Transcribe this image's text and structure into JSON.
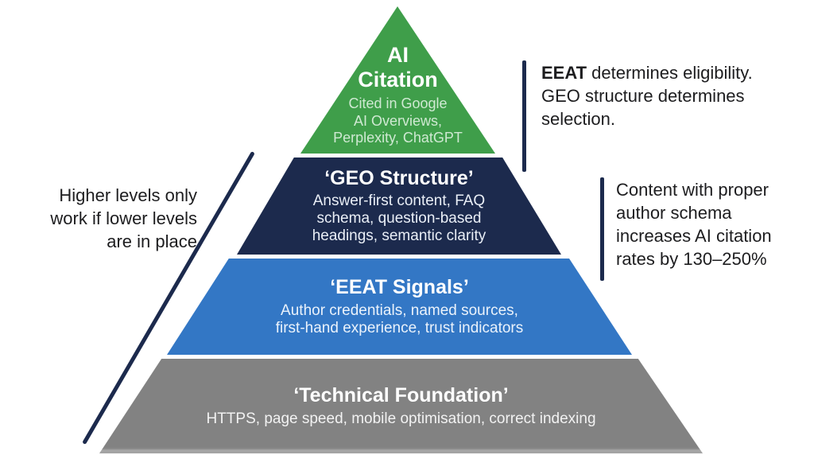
{
  "pyramid": {
    "levels": [
      {
        "id": "ai-citation",
        "title": "AI\nCitation",
        "subtitle": "Cited in Google\nAI Overviews,\nPerplexity, ChatGPT",
        "color": "#3f9e4a"
      },
      {
        "id": "geo-structure",
        "title": "‘GEO Structure’",
        "subtitle": "Answer-first content, FAQ\nschema, question-based\nheadings, semantic clarity",
        "color": "#1c2a4d"
      },
      {
        "id": "eeat-signals",
        "title": "‘EEAT Signals’",
        "subtitle": "Author credentials, named sources,\nfirst-hand experience, trust indicators",
        "color": "#3377c5"
      },
      {
        "id": "technical-foundation",
        "title": "‘Technical Foundation’",
        "subtitle": "HTTPS, page speed, mobile optimisation, correct indexing",
        "color": "#828282"
      }
    ]
  },
  "annotations": {
    "left": {
      "text": "Higher levels only\nwork if lower levels\nare in place"
    },
    "top_right": {
      "bold_lead": "EEAT",
      "rest": " determines eligibility.\nGEO structure determines\nselection."
    },
    "bottom_right": {
      "text": "Content with proper\nauthor schema\nincreases AI citation\nrates by 130–250%"
    }
  },
  "colors": {
    "accent_line": "#1c2a4d",
    "text": "#1d1d1f",
    "background": "#ffffff"
  }
}
